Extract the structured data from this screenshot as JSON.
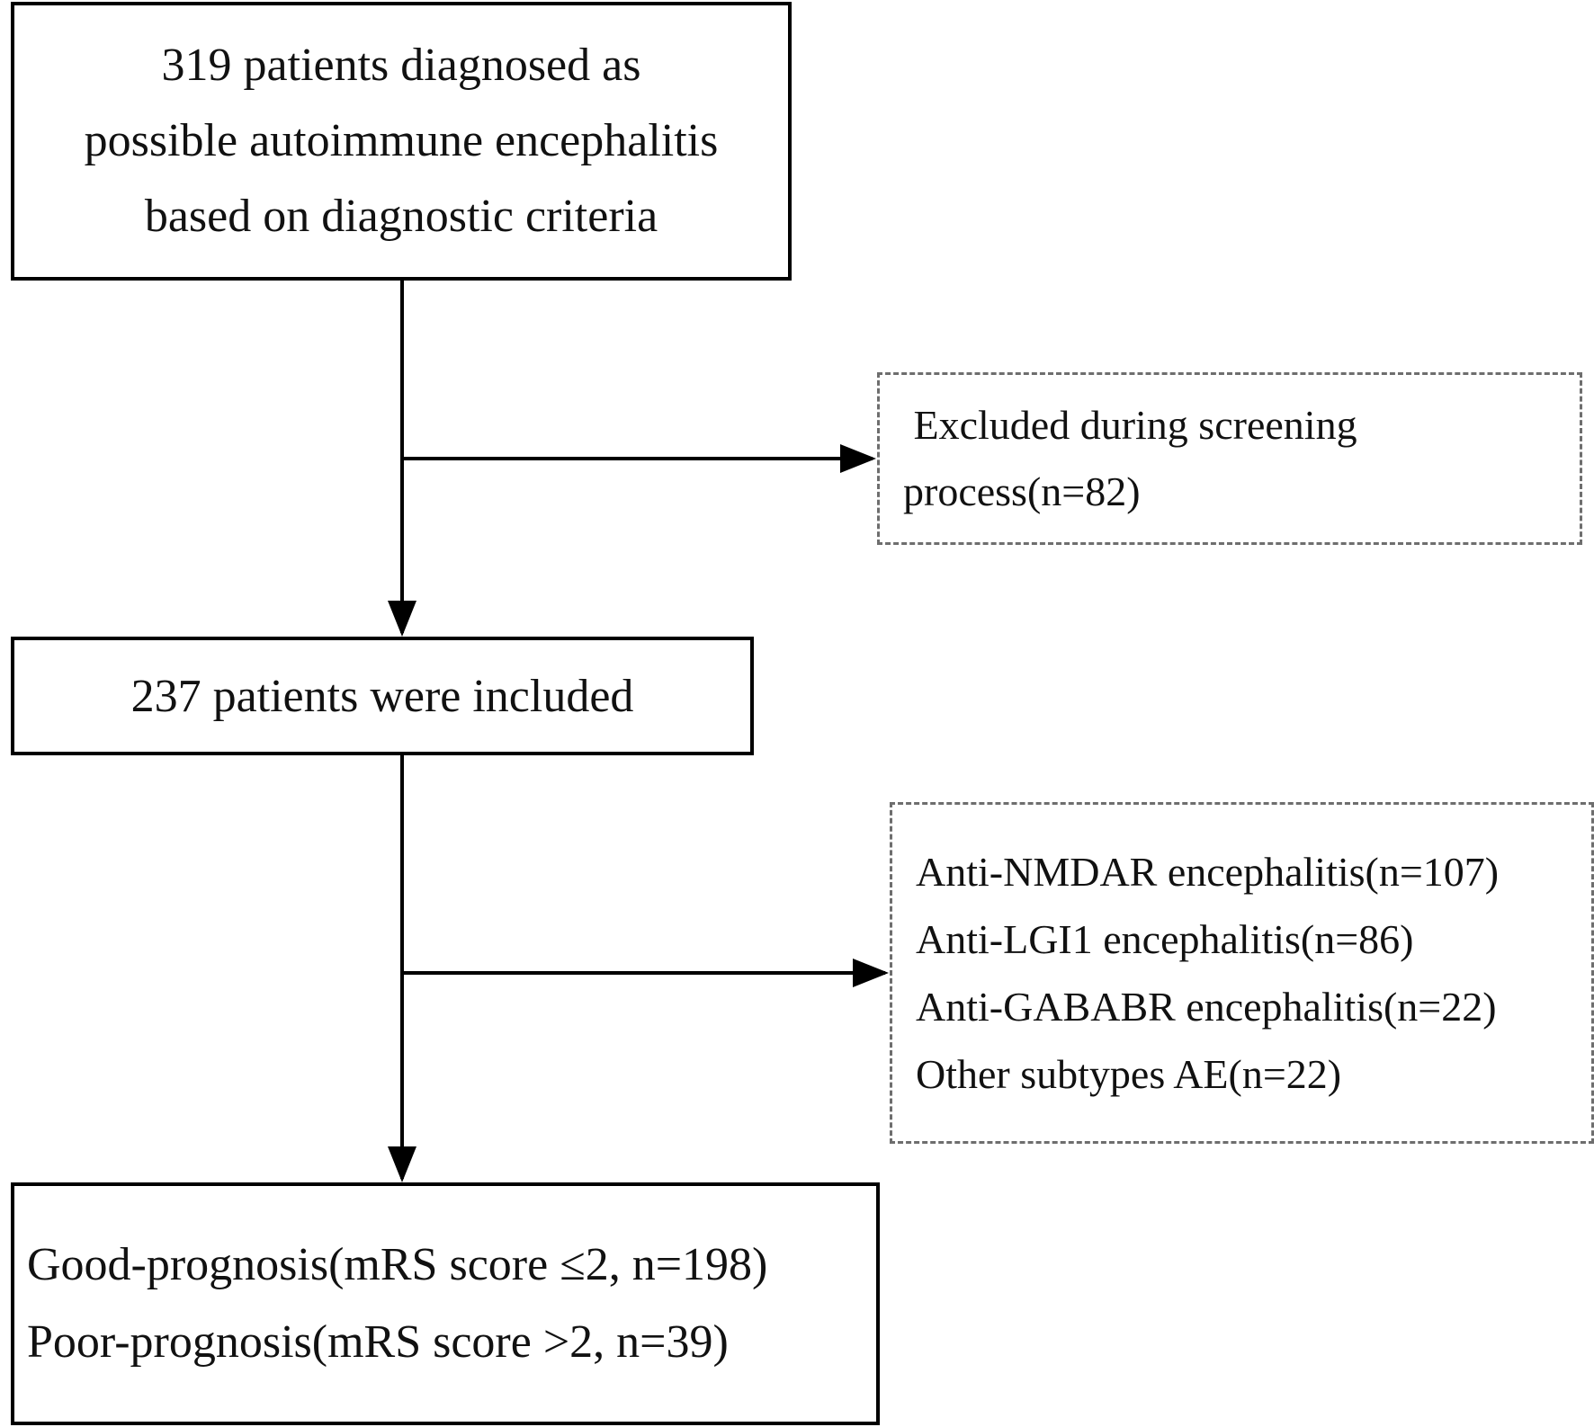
{
  "nodes": {
    "start": {
      "lines": [
        "319 patients diagnosed as",
        "possible autoimmune encephalitis",
        "based on diagnostic criteria"
      ]
    },
    "excluded": {
      "lines": [
        " Excluded during screening",
        "process(n=82)"
      ]
    },
    "included": {
      "lines": [
        "237 patients were included"
      ]
    },
    "subtypes": {
      "lines": [
        "Anti-NMDAR encephalitis(n=107)",
        "Anti-LGI1 encephalitis(n=86)",
        "Anti-GABABR encephalitis(n=22)",
        "Other subtypes AE(n=22)"
      ]
    },
    "outcome": {
      "lines": [
        "Good-prognosis(mRS score ≤2, n=198)",
        "Poor-prognosis(mRS score >2, n=39)"
      ]
    }
  },
  "edges": [
    {
      "from": "start",
      "to": "included",
      "style": "solid"
    },
    {
      "from": "start",
      "to": "excluded",
      "style": "solid"
    },
    {
      "from": "included",
      "to": "outcome",
      "style": "solid"
    },
    {
      "from": "included",
      "to": "subtypes",
      "style": "solid"
    }
  ],
  "colors": {
    "solid_border": "#000000",
    "dashed_border": "#6e6e6e",
    "text": "#111111",
    "background": "#ffffff"
  }
}
